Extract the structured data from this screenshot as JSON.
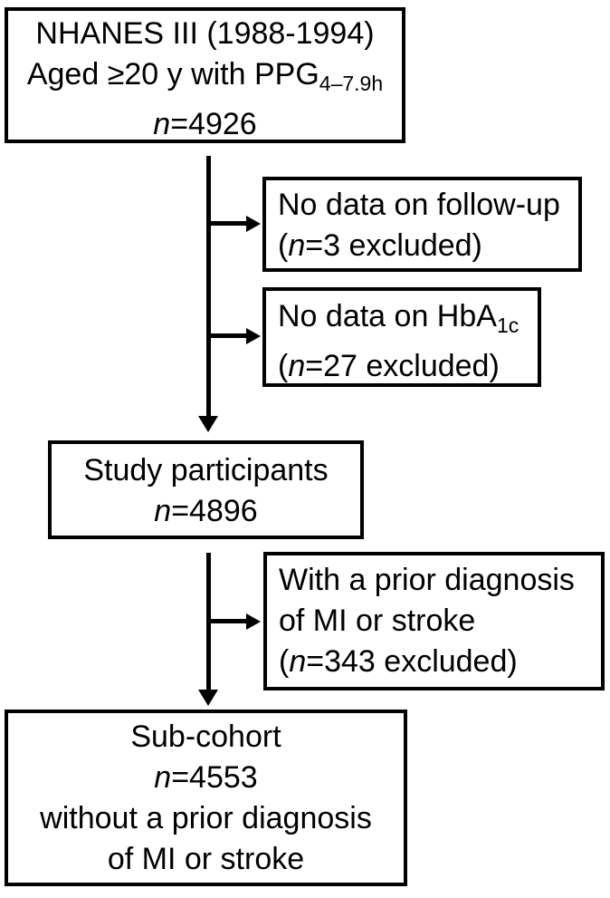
{
  "colors": {
    "ink": "#000000",
    "paper": "#ffffff"
  },
  "flow": {
    "source": {
      "l1": "NHANES III (1988-1994)",
      "l2_main": "Aged ≥20 y with PPG",
      "l2_sub": "4–7.9h",
      "l3_n": "n",
      "l3_val": "=4926"
    },
    "excl_followup": {
      "l1": "No data on follow-up",
      "l2_open": "(",
      "l2_n": "n",
      "l2_rest": "=3 excluded)"
    },
    "excl_hba1c": {
      "l1_main": "No data on HbA",
      "l1_sub": "1c",
      "l2_open": "(",
      "l2_n": "n",
      "l2_rest": "=27 excluded)"
    },
    "participants": {
      "l1": "Study participants",
      "l2_n": "n",
      "l2_val": "=4896"
    },
    "excl_prior": {
      "l1": "With a prior diagnosis",
      "l2": "of MI or stroke",
      "l3_open": "(",
      "l3_n": "n",
      "l3_rest": "=343 excluded)"
    },
    "subcohort": {
      "l1": "Sub-cohort",
      "l2_n": "n",
      "l2_val": "=4553",
      "l3": "without a prior diagnosis",
      "l4": "of MI or stroke"
    }
  }
}
